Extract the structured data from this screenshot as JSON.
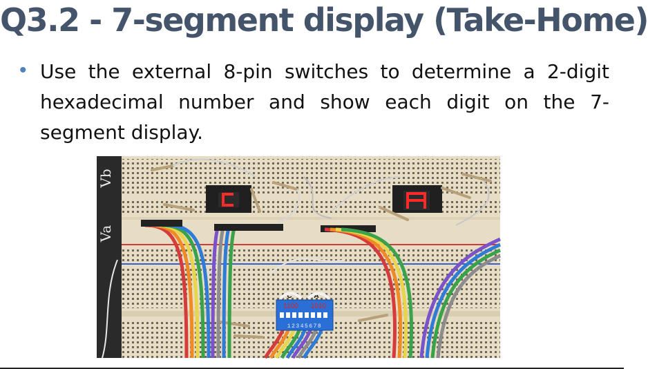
{
  "slide": {
    "title": "Q3.2 - 7-segment display (Take-Home)",
    "bullet": "Use the external 8-pin switches to determine a 2-digit hexadecimal number and show each digit on the 7-segment display."
  },
  "photo": {
    "terminal_labels": [
      "Vb",
      "Va"
    ],
    "switch_annotations": {
      "left_letter": "C",
      "right_letter": "A",
      "left_bits": "1100",
      "right_bits": "1010",
      "pin_numbers": "12345678"
    },
    "displays": [
      {
        "digit": "C",
        "color": "#ff2a2a"
      },
      {
        "digit": "A",
        "color": "#ff2a2a"
      }
    ],
    "colors": {
      "breadboard": "#e7dcc4",
      "rail_red": "#d23a3a",
      "rail_blue": "#3a5fc9",
      "dip_switch": "#2a6fd6",
      "title": "#44546a",
      "bullet": "#4f81bd"
    }
  }
}
